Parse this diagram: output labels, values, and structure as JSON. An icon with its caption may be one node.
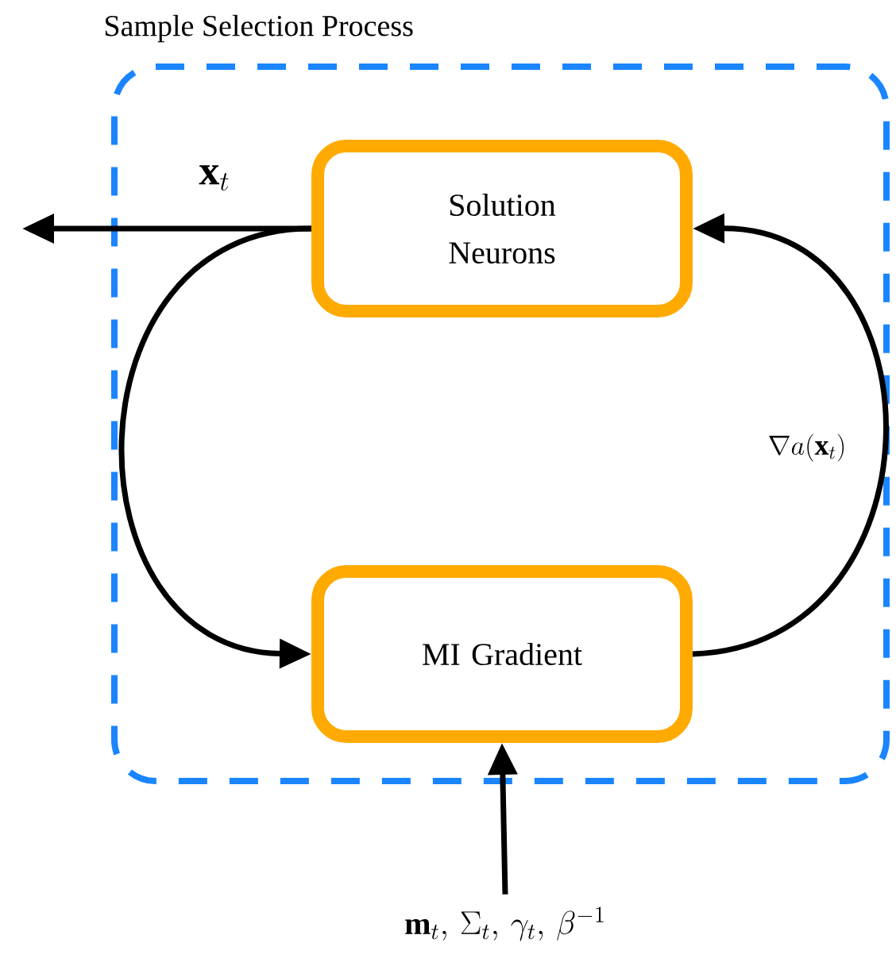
{
  "diagram": {
    "nodes": [
      {
        "text": [
          "Sample Selection Process"
        ]
      },
      {
        "text": [
          "Solution Neurons"
        ],
        "in": 0
      },
      {
        "text": [
          "MI Gradient"
        ],
        "in": 0
      },
      {
        "text": [
          "\\mathbf{m}_t,\\, \\Sigma_t,\\, \\gamma_t,\\, \\beta^{-1}"
        ]
      }
    ],
    "edges": [
      {
        "from": 1,
        "to": 2,
        "arrow": "to"
      },
      {
        "from": 2,
        "to": 1,
        "arrow": "to",
        "label": "\\nabla a(\\mathbf{x}_t)"
      },
      {
        "from": 1,
        "to": null,
        "arrow": "to",
        "label": "\\mathbf{x}_t"
      },
      {
        "from": 3,
        "to": 2,
        "arrow": "to"
      }
    ]
  }
}
